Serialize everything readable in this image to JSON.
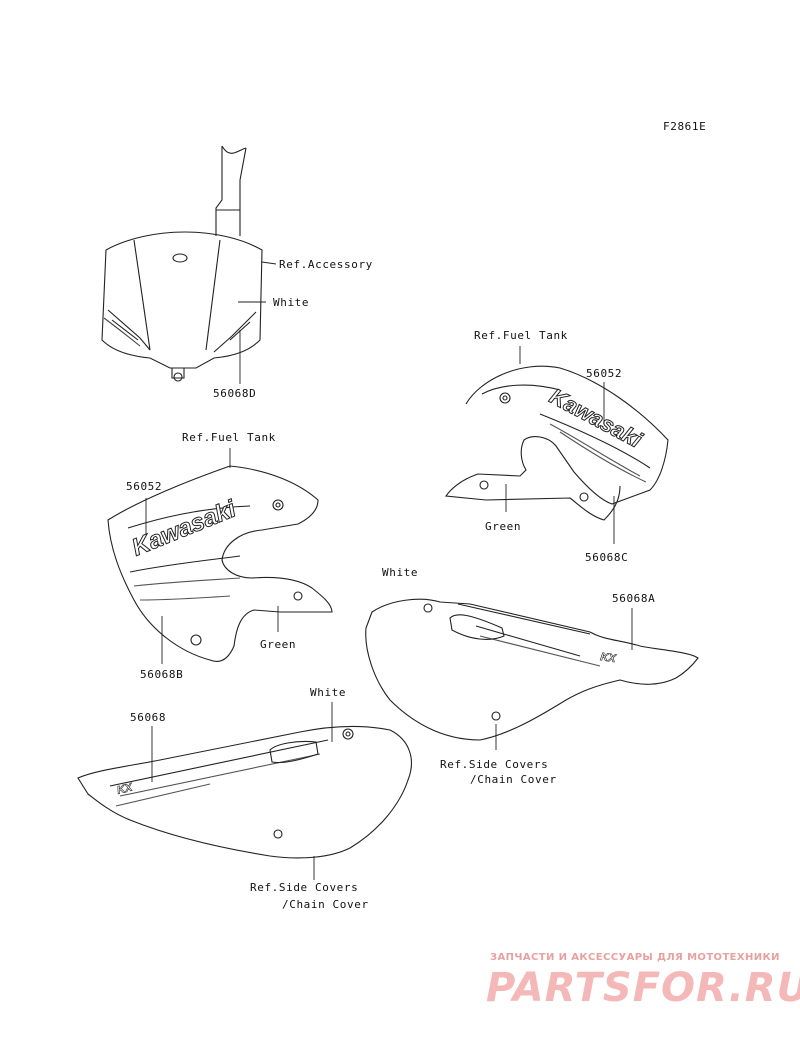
{
  "figure_code": "F2861E",
  "labels": {
    "ref_accessory": "Ref.Accessory",
    "white_front": "White",
    "part_56068d": "56068D",
    "ref_fuel_tank_right": "Ref.Fuel Tank",
    "part_56052_right": "56052",
    "green_right": "Green",
    "part_56068c": "56068C",
    "ref_fuel_tank_left": "Ref.Fuel Tank",
    "part_56052_left": "56052",
    "green_left": "Green",
    "part_56068b": "56068B",
    "white_side_right": "White",
    "part_56068a": "56068A",
    "ref_side_covers_right_1": "Ref.Side Covers",
    "ref_side_covers_right_2": "/Chain Cover",
    "white_side_left": "White",
    "part_56068": "56068",
    "ref_side_covers_left_1": "Ref.Side Covers",
    "ref_side_covers_left_2": "/Chain Cover"
  },
  "decal_text": {
    "brand_left": "Kawasaki",
    "brand_right": "Kawasaki"
  },
  "watermark": {
    "tagline": "ЗАПЧАСТИ И АКСЕССУАРЫ ДЛЯ МОТОТЕХНИКИ",
    "logo": "PARTSFOR.RU"
  }
}
